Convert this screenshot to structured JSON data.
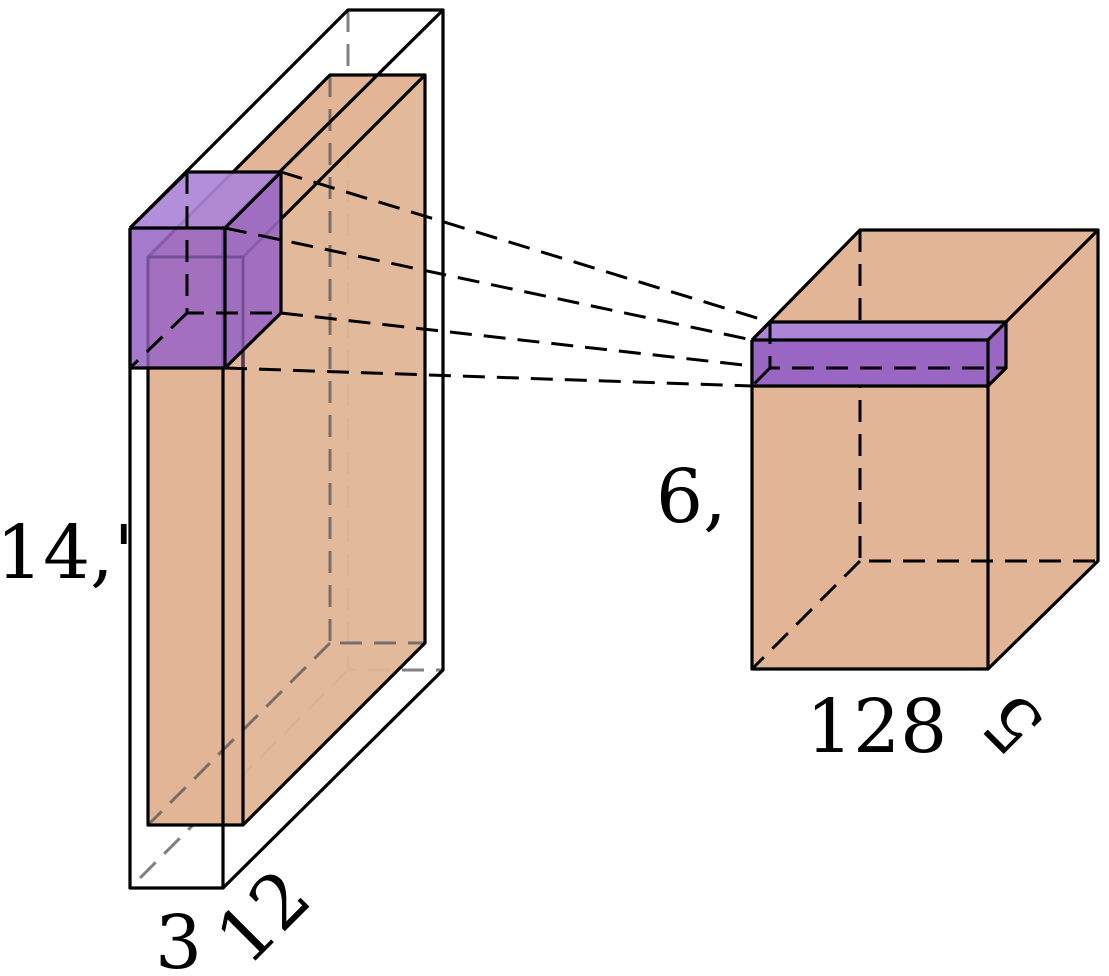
{
  "colors": {
    "tensor_fill": "#e2b597",
    "kernel_fill": "#9966c4",
    "kernel_top": "#ad85d8",
    "edge": "#000000"
  },
  "labels": {
    "left_height": "14,'",
    "left_width": "3",
    "left_depth": "12",
    "right_height": "6,",
    "right_width": "128",
    "right_depth": "5"
  }
}
